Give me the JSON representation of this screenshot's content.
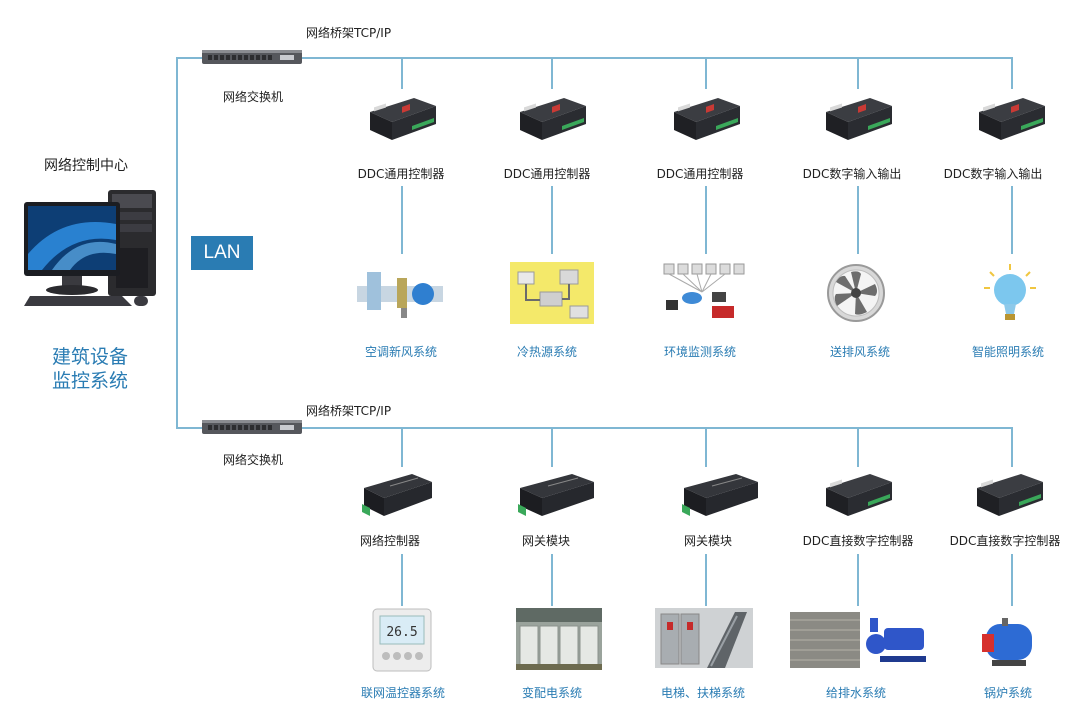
{
  "center": {
    "title": "网络控制中心",
    "system_title_line1": "建筑设备",
    "system_title_line2": "监控系统",
    "lan_label": "LAN"
  },
  "top_bus": {
    "bus_label": "网络桥架TCP/IP",
    "switch_label": "网络交换机",
    "controllers": [
      {
        "label": "DDC通用控制器",
        "system": "空调新风系统",
        "icon": "ahu-icon"
      },
      {
        "label": "DDC通用控制器",
        "system": "冷热源系统",
        "icon": "chiller-plant-icon"
      },
      {
        "label": "DDC通用控制器",
        "system": "环境监测系统",
        "icon": "environment-monitor-icon"
      },
      {
        "label": "DDC数字输入输出",
        "system": "送排风系统",
        "icon": "fan-icon"
      },
      {
        "label": "DDC数字输入输出",
        "system": "智能照明系统",
        "icon": "light-bulb-icon"
      }
    ]
  },
  "bottom_bus": {
    "bus_label": "网络桥架TCP/IP",
    "switch_label": "网络交换机",
    "controllers": [
      {
        "label": "网络控制器",
        "system": "联网温控器系统",
        "icon": "thermostat-icon",
        "display": "26.5"
      },
      {
        "label": "网关模块",
        "system": "变配电系统",
        "icon": "switchgear-icon"
      },
      {
        "label": "网关模块",
        "system": "电梯、扶梯系统",
        "icon": "elevator-icon"
      },
      {
        "label": "DDC直接数字控制器",
        "system": "给排水系统",
        "icon": "water-pump-icon"
      },
      {
        "label": "DDC直接数字控制器",
        "system": "锅炉系统",
        "icon": "boiler-icon"
      }
    ]
  },
  "colors": {
    "accent": "#2a7cb3",
    "line": "#7fb7d3"
  }
}
